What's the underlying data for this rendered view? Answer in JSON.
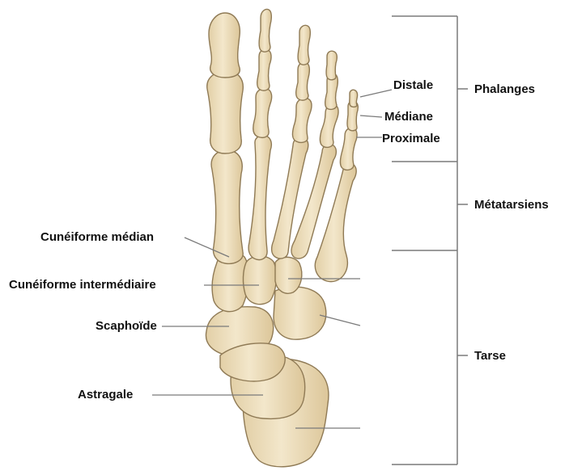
{
  "colors": {
    "bone": "#efe1c1",
    "bone_shade": "#dcc699",
    "bone_outline": "#8f7a55",
    "leader_line": "#7a7a7a"
  },
  "labels": {
    "distale": "Distale",
    "mediane": "Médiane",
    "proximale": "Proximale",
    "phalanges": "Phalanges",
    "metatarsiens": "Métatarsiens",
    "tarse": "Tarse",
    "cuneiforme_median": "Cunéiforme médian",
    "cuneiforme_intermediaire": "Cunéiforme intermédiaire",
    "scaphoide": "Scaphoïde",
    "astragale": "Astragale"
  }
}
